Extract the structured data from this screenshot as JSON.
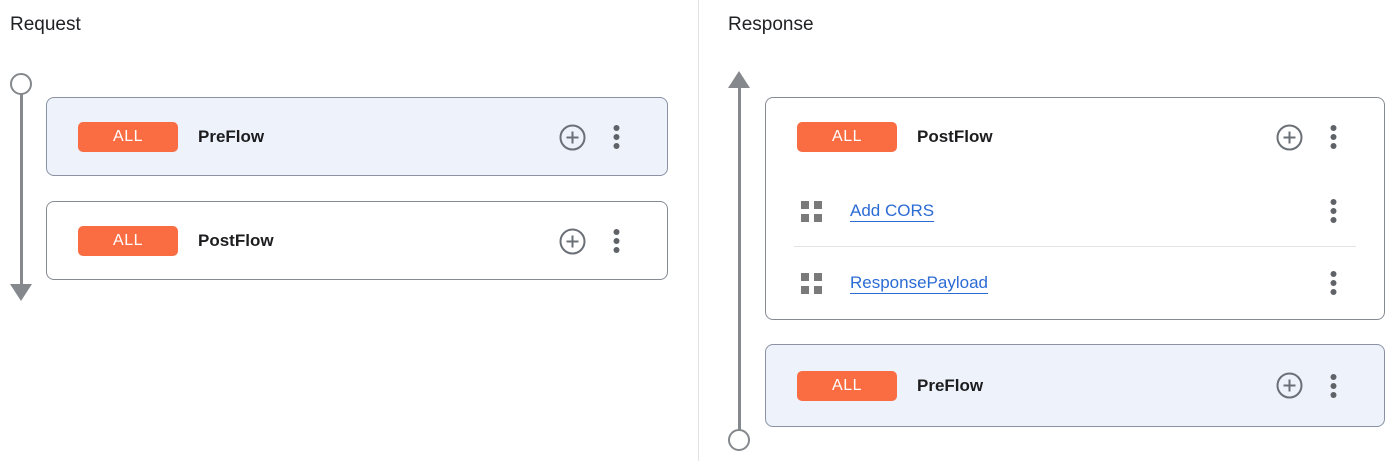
{
  "request": {
    "title": "Request",
    "flows": [
      {
        "badge": "ALL",
        "label": "PreFlow",
        "selected": true,
        "policies": []
      },
      {
        "badge": "ALL",
        "label": "PostFlow",
        "selected": false,
        "policies": []
      }
    ]
  },
  "response": {
    "title": "Response",
    "flows": [
      {
        "badge": "ALL",
        "label": "PostFlow",
        "selected": false,
        "policies": [
          {
            "name": "Add CORS"
          },
          {
            "name": "ResponsePayload"
          }
        ]
      },
      {
        "badge": "ALL",
        "label": "PreFlow",
        "selected": true,
        "policies": []
      }
    ]
  },
  "icons": {
    "add_policy": "plus-circle-icon",
    "flow_menu": "kebab-menu-icon",
    "policy": "policy-grid-icon",
    "request_timeline": "circle-to-arrow-down",
    "response_timeline": "arrow-up-to-circle"
  },
  "colors": {
    "badge_background": "#fa6c42",
    "badge_text": "#ffffff",
    "selected_flow_background": "#edf2fb",
    "card_border": "#868b92",
    "link_blue": "#2b6bd4",
    "timeline_gray": "#85898d",
    "title_text": "#202124"
  }
}
